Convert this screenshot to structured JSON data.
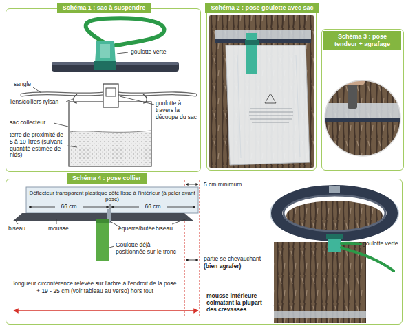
{
  "diagram": {
    "nodes": [
      {
        "text": [
          "Schéma 1 : sac à suspendre"
        ]
      },
      {
        "text": [
          "Schéma 2 : pose goulotte avec sac"
        ]
      },
      {
        "text": [
          "Schéma 3 : pose tendeur + agrafage"
        ]
      },
      {
        "text": [
          "Schéma 4 : pose collier"
        ]
      }
    ],
    "labels": [
      "goulotte verte",
      "sangle",
      "liens/colliers rylsan",
      "goulotte à travers la découpe du sac",
      "sac collecteur",
      "terre de proximité de 5 à 10 litres (suivant quantité estimée de nids)",
      "Déflecteur transparent plastique côté lisse à l'intérieur (à peler avant pose)",
      "5 cm minimum",
      "66 cm",
      "66 cm",
      "biseau",
      "mousse",
      "équerre/butée",
      "biseau",
      "Goulotte déjà positionnée sur le tronc",
      "partie se chevauchant",
      "(bien agrafer)",
      "longueur circonférence relevée sur l'arbre à l'endroit de la pose",
      "+ 19 - 25 cm (voir tableau au verso) hors tout",
      "goulotte verte",
      "mousse intérieure colmatant la plupart des crevasses"
    ]
  }
}
